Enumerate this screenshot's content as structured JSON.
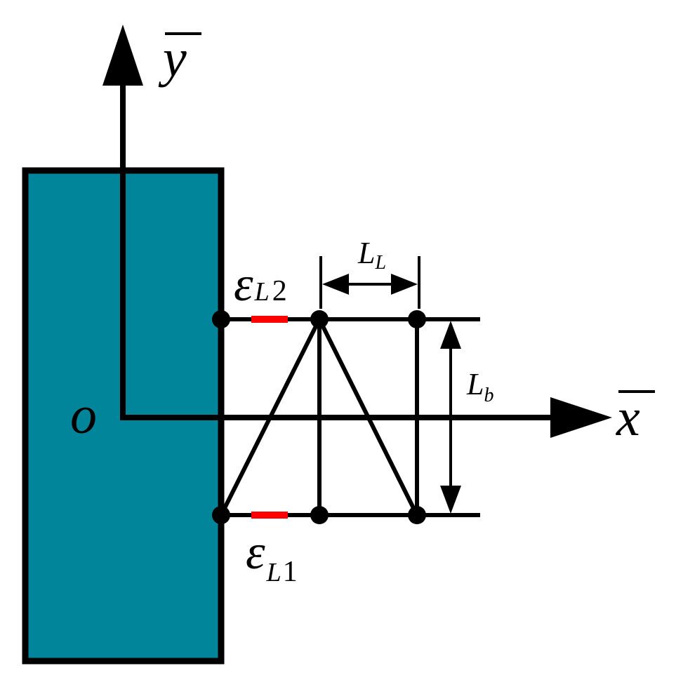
{
  "colors": {
    "block_fill": "#00859A",
    "stroke": "#000000",
    "strain_gauge": "#FF0000",
    "background": "#FFFFFF"
  },
  "labels": {
    "origin": "o",
    "y_axis": "y",
    "x_axis": "x",
    "strain_top": {
      "symbol": "ε",
      "subscript": "L",
      "index": "2"
    },
    "strain_bottom": {
      "symbol": "ε",
      "subscript": "L",
      "index": "1"
    },
    "dim_horizontal": {
      "symbol": "L",
      "subscript": "L"
    },
    "dim_vertical": {
      "symbol": "L",
      "subscript": "b"
    }
  }
}
